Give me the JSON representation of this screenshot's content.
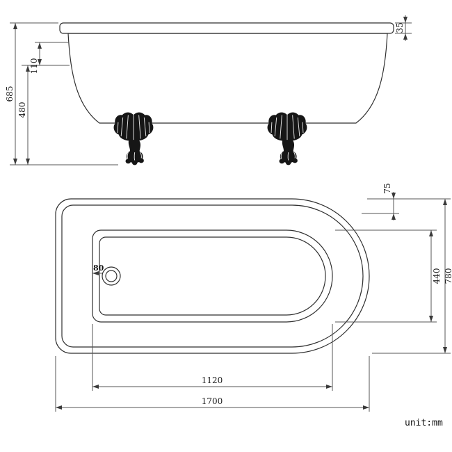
{
  "drawing": {
    "unit_label": "unit:mm",
    "side_view": {
      "label": "bathtub-side-elevation",
      "dim_total_height": "685",
      "dim_body_height": "480",
      "dim_rim_drop": "110",
      "dim_rim_thickness": "35"
    },
    "plan_view": {
      "label": "bathtub-plan-view",
      "dim_rim_width": "75",
      "dim_inner_width": "440",
      "dim_total_width": "780",
      "dim_drain_diameter": "80",
      "dim_inner_length": "1120",
      "dim_total_length": "1700"
    }
  }
}
